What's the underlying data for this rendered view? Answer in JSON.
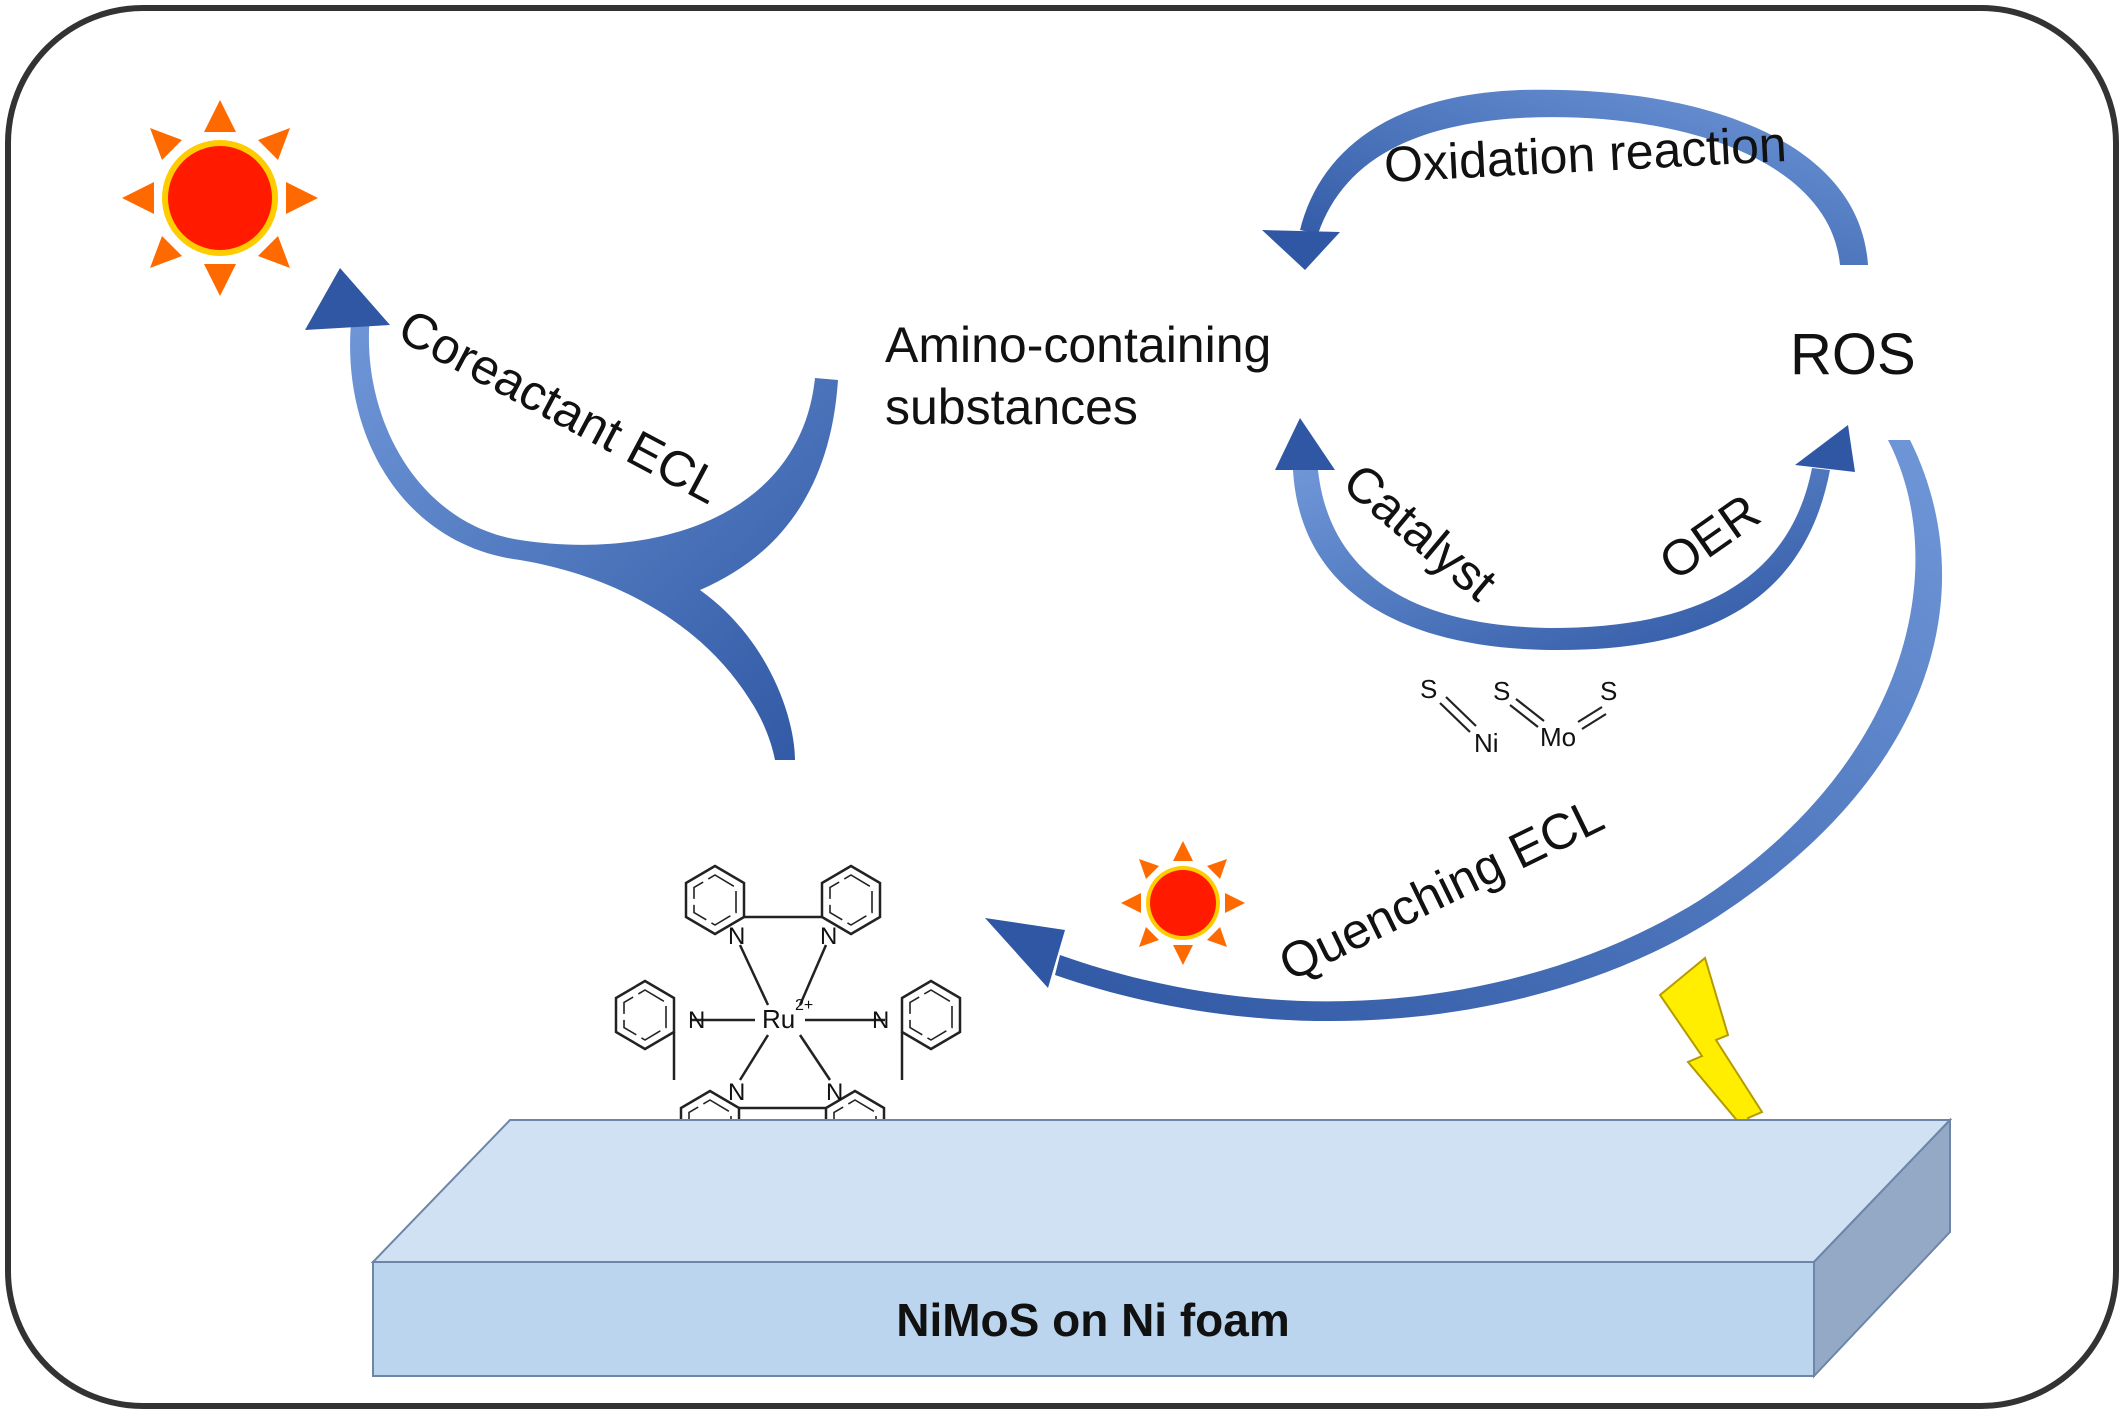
{
  "labels": {
    "amino_line1": "Amino-containing",
    "amino_line2": "substances",
    "ros": "ROS",
    "oxidation": "Oxidation reaction",
    "catalyst": "Catalyst",
    "oer": "OER",
    "coreactant": "Coreactant ECL",
    "quenching": "Quenching ECL",
    "substrate": "NiMoS on Ni foam"
  },
  "nimos": {
    "s1": "S",
    "s2": "S",
    "s3": "S",
    "ni": "Ni",
    "mo": "Mo"
  },
  "ru_complex": {
    "metal": "Ru",
    "charge": "2+",
    "n": "N"
  },
  "colors": {
    "arrow_dark": "#2f57a3",
    "arrow_light": "#6f97d8",
    "sun_core": "#ff1a00",
    "sun_rays": "#ff6a00",
    "bolt": "#ffee00",
    "slab_top": "#cfe1f3",
    "slab_front": "#bcd5ee",
    "slab_side": "#94a9c6",
    "frame": "#333333"
  }
}
